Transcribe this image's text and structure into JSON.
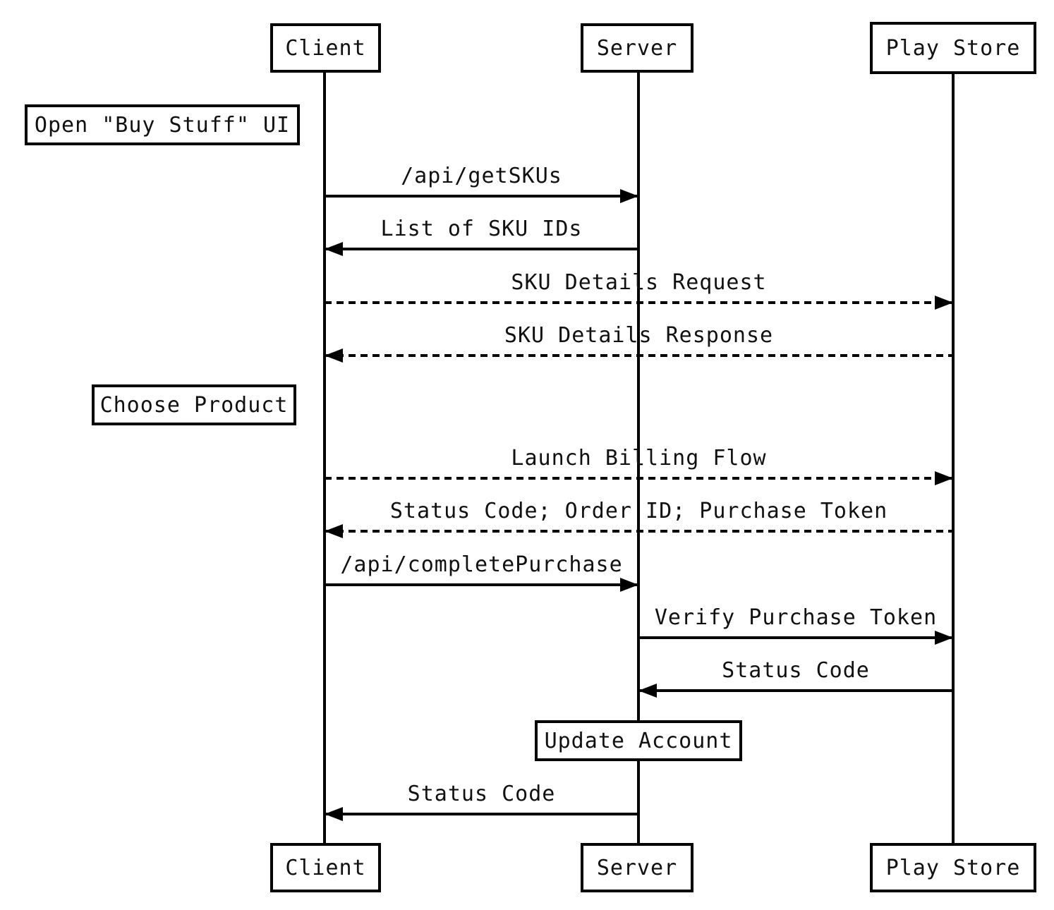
{
  "colors": {
    "line": "#000000",
    "background": "#ffffff",
    "text": "#111111"
  },
  "actors": [
    {
      "label": "Client"
    },
    {
      "label": "Server"
    },
    {
      "label": "Play Store"
    }
  ],
  "notes": [
    {
      "label": "Open \"Buy Stuff\" UI",
      "actor": "Client"
    },
    {
      "label": "Choose Product",
      "actor": "Client"
    },
    {
      "label": "Update Account",
      "actor": "Server"
    }
  ],
  "messages": [
    {
      "label": "/api/getSKUs",
      "from": "Client",
      "to": "Server",
      "line": "solid",
      "direction": "right"
    },
    {
      "label": "List of SKU IDs",
      "from": "Server",
      "to": "Client",
      "line": "solid",
      "direction": "left"
    },
    {
      "label": "SKU Details Request",
      "from": "Client",
      "to": "Play Store",
      "line": "dashed",
      "direction": "right"
    },
    {
      "label": "SKU Details Response",
      "from": "Play Store",
      "to": "Client",
      "line": "dashed",
      "direction": "left"
    },
    {
      "label": "Launch Billing Flow",
      "from": "Client",
      "to": "Play Store",
      "line": "dashed",
      "direction": "right"
    },
    {
      "label": "Status Code; Order ID; Purchase Token",
      "from": "Play Store",
      "to": "Client",
      "line": "dashed",
      "direction": "left"
    },
    {
      "label": "/api/completePurchase",
      "from": "Client",
      "to": "Server",
      "line": "solid",
      "direction": "right"
    },
    {
      "label": "Verify Purchase Token",
      "from": "Server",
      "to": "Play Store",
      "line": "solid",
      "direction": "right"
    },
    {
      "label": "Status Code",
      "from": "Play Store",
      "to": "Server",
      "line": "solid",
      "direction": "left"
    },
    {
      "label": "Status Code",
      "from": "Server",
      "to": "Client",
      "line": "solid",
      "direction": "left"
    }
  ]
}
